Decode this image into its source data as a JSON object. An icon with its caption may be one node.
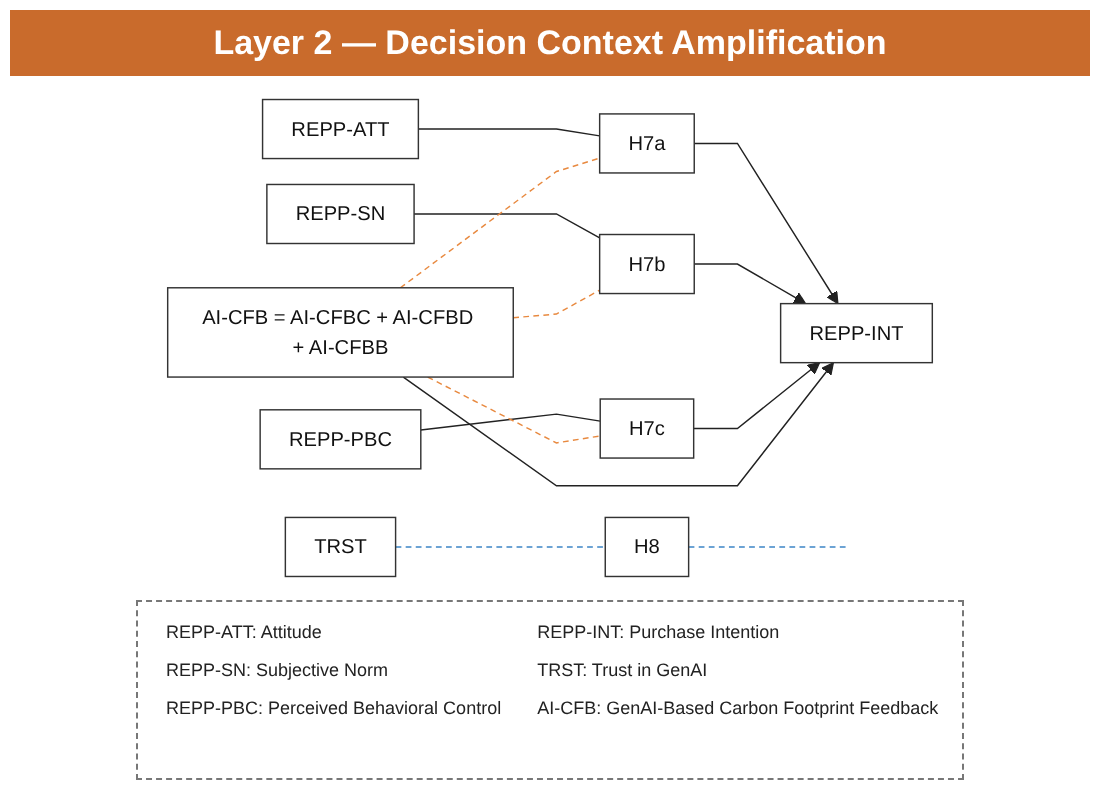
{
  "diagram": {
    "title": "Layer 2 — Decision Context Amplification",
    "nodes": [
      {
        "text": [
          "REPP-ATT"
        ]
      },
      {
        "text": [
          "REPP-SN"
        ]
      },
      {
        "text": [
          "REPP-PBC"
        ]
      },
      {
        "text": [
          "AI-CFB = AI-CFBC + AI-CFBD + AI-CFBB"
        ]
      },
      {
        "text": [
          "H7a"
        ]
      },
      {
        "text": [
          "H7b"
        ]
      },
      {
        "text": [
          "H7c"
        ]
      },
      {
        "text": [
          "TRST"
        ]
      },
      {
        "text": [
          "H8"
        ]
      },
      {
        "text": [
          "REPP-INT"
        ]
      }
    ],
    "edges": [
      {
        "from": 0,
        "to": 4,
        "arrow": "none"
      },
      {
        "from": 4,
        "to": 9,
        "arrow": "to"
      },
      {
        "from": 1,
        "to": 5,
        "arrow": "none"
      },
      {
        "from": 5,
        "to": 9,
        "arrow": "to"
      },
      {
        "from": 2,
        "to": 6,
        "arrow": "none"
      },
      {
        "from": 6,
        "to": 9,
        "arrow": "to"
      },
      {
        "from": 3,
        "to": 9,
        "arrow": "to"
      },
      {
        "from": 3,
        "to": 4,
        "arrow": "none",
        "style": "dashed",
        "color": "#e8893f"
      },
      {
        "from": 3,
        "to": 5,
        "arrow": "none",
        "style": "dashed",
        "color": "#e8893f"
      },
      {
        "from": 3,
        "to": 6,
        "arrow": "none",
        "style": "dashed",
        "color": "#e8893f"
      },
      {
        "from": 7,
        "to": 8,
        "arrow": "none",
        "style": "dashed",
        "color": "#3d85c6"
      },
      {
        "from": 8,
        "to": null,
        "arrow": "none",
        "style": "dashed",
        "color": "#3d85c6"
      }
    ],
    "labels": [
      "REPP-ATT: Attitude",
      "REPP-INT: Purchase Intention",
      "REPP-SN: Subjective Norm",
      "TRST: Trust in GenAI",
      "REPP-PBC: Perceived Behavioral Control",
      "AI-CFB: GenAI-Based Carbon Footprint Feedback"
    ]
  }
}
